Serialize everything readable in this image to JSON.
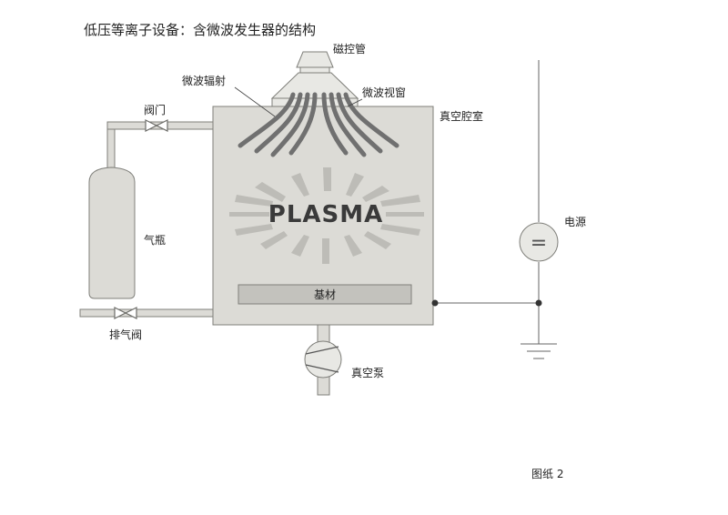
{
  "title": "低压等离子设备：含微波发生器的结构",
  "labels": {
    "magnetron": "磁控管",
    "microwave_radiation": "微波辐射",
    "microwave_window": "微波视窗",
    "valve": "阀门",
    "vacuum_chamber": "真空腔室",
    "gas_bottle": "气瓶",
    "power_supply": "电源",
    "plasma": "PLASMA",
    "substrate": "基材",
    "vent_valve": "排气阀",
    "vacuum_pump": "真空泵",
    "power_symbol": "="
  },
  "figure_label": "图纸 2",
  "colors": {
    "fill": "#dcdbd6",
    "stroke": "#7f7f7a",
    "wave": "#707070",
    "ray": "#bdbcb7",
    "plasma_text": "#3a3a3a",
    "substrate_fill": "#c3c2bd"
  }
}
